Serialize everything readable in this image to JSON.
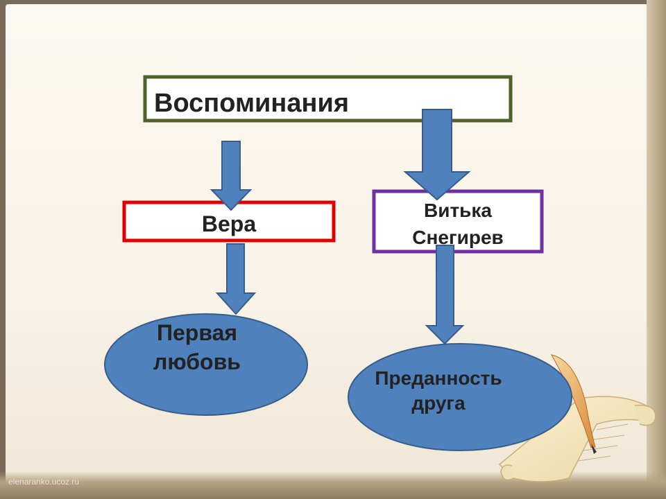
{
  "nodes": {
    "root": "Воспоминания",
    "vera": "Вера",
    "vitka_line1": "Витька",
    "vitka_line2": "Снегирев",
    "love_line1": "Первая",
    "love_line2": "любовь",
    "devotion_line1": "Преданность",
    "devotion_line2": "друга"
  },
  "footer": {
    "watermark": "elenaranko.ucoz.ru"
  },
  "colors": {
    "root_border": "#4f6228",
    "vera_border": "#e00000",
    "vitka_border": "#7030a0",
    "arrow_fill": "#4f81bd",
    "arrow_stroke": "#385d8a",
    "ellipse_fill": "#4f81bd"
  }
}
